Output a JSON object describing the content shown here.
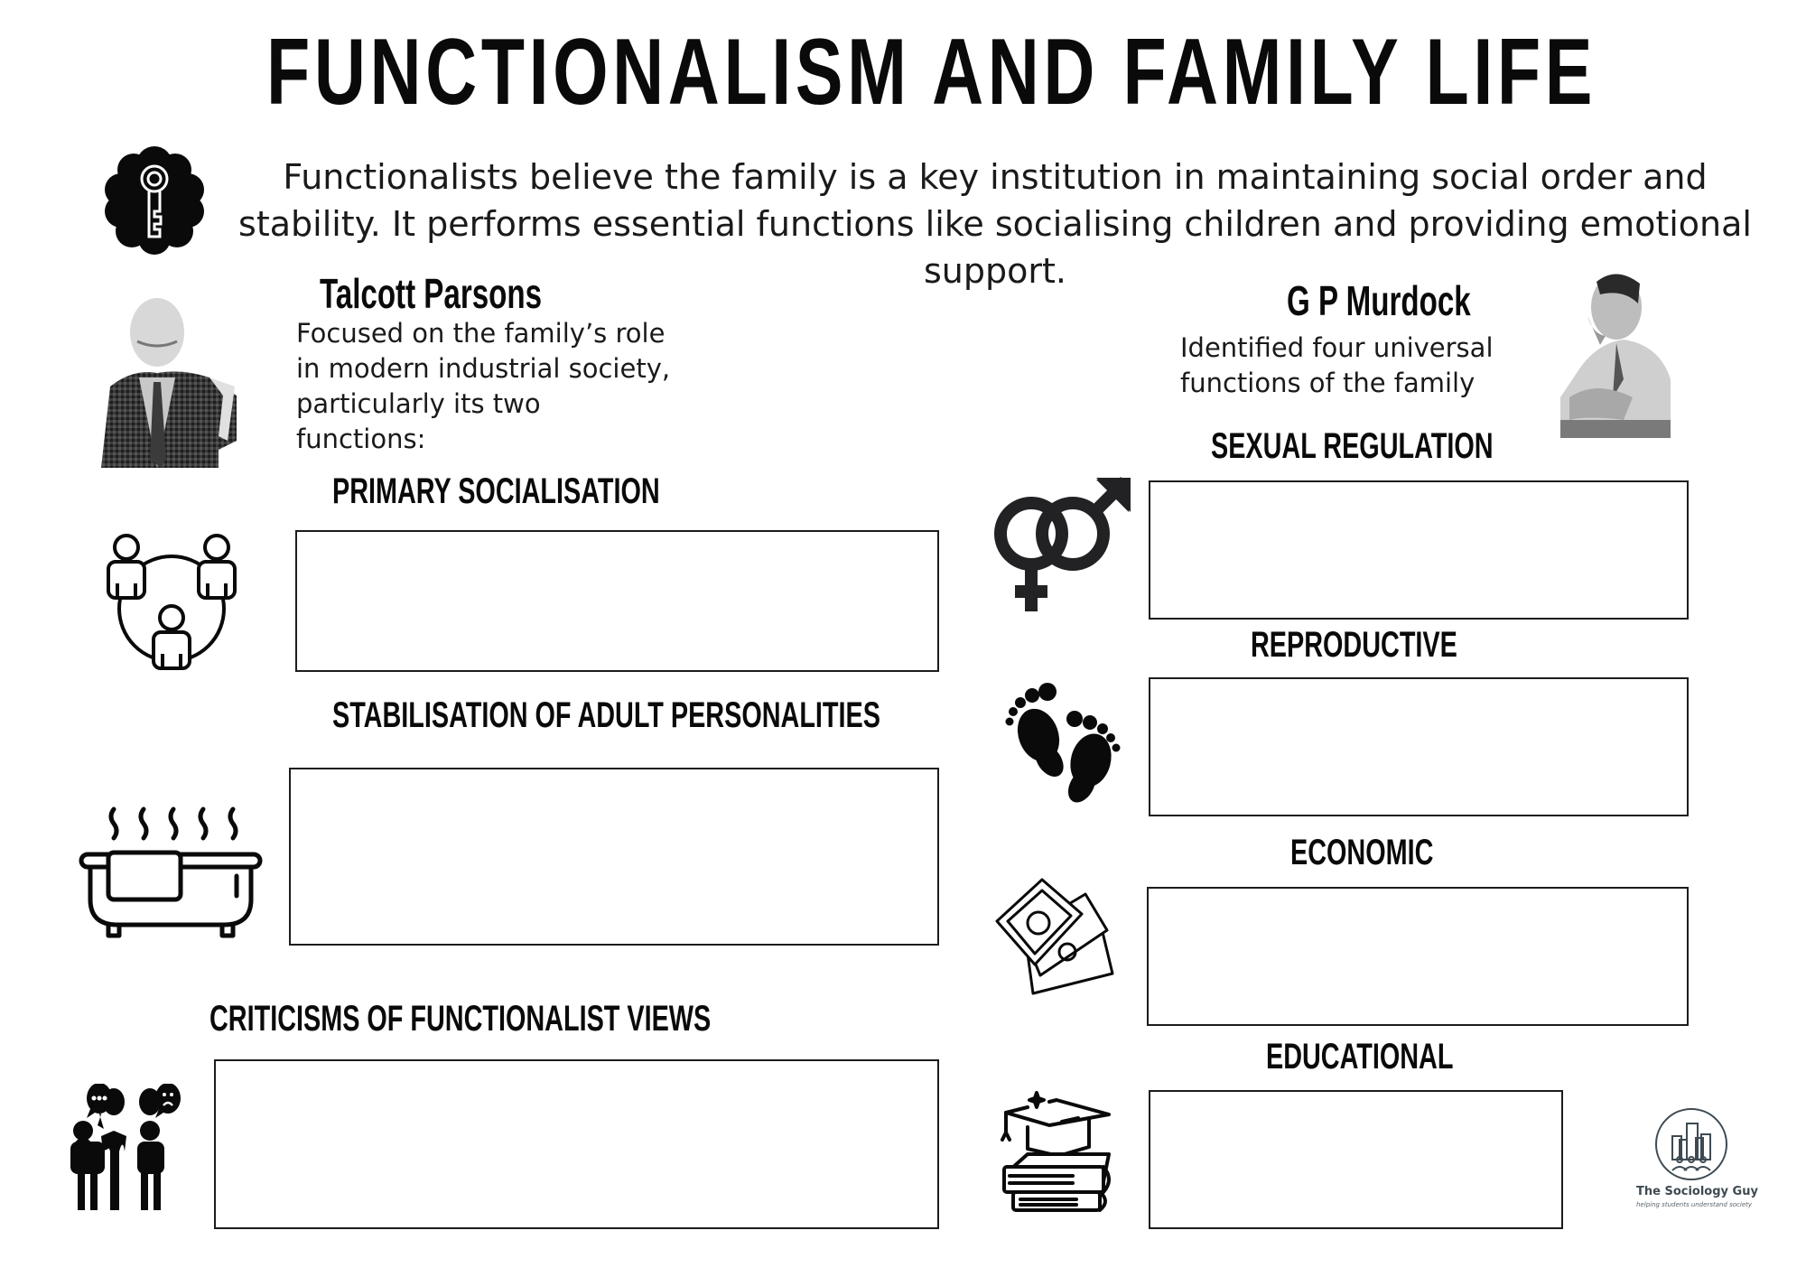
{
  "title": "FUNCTIONALISM AND FAMILY LIFE",
  "intro": "Functionalists believe the family is a key institution in maintaining social order and stability. It performs essential functions like socialising children and providing emotional support.",
  "parsons": {
    "name": "Talcott Parsons",
    "description": "Focused on the family’s role in modern industrial society, particularly its two functions:",
    "functions": [
      {
        "heading": "PRIMARY SOCIALISATION",
        "icon": "family-circle-icon"
      },
      {
        "heading": "STABILISATION OF ADULT PERSONALITIES",
        "icon": "bathtub-icon"
      }
    ]
  },
  "murdock": {
    "name": "G P Murdock",
    "description": "Identified four universal functions of the family",
    "functions": [
      {
        "heading": "SEXUAL REGULATION",
        "icon": "gender-symbols-icon"
      },
      {
        "heading": "REPRODUCTIVE",
        "icon": "baby-footprints-icon"
      },
      {
        "heading": "ECONOMIC",
        "icon": "money-bills-icon"
      },
      {
        "heading": "EDUCATIONAL",
        "icon": "graduation-books-icon"
      }
    ]
  },
  "criticisms": {
    "heading": "CRITICISMS OF FUNCTIONALIST VIEWS",
    "icon": "people-discussion-icon"
  },
  "logo": {
    "name": "The Sociology Guy",
    "tagline": "helping students understand society"
  },
  "colors": {
    "text": "#0a0a0a",
    "box_border": "#1c1c1c",
    "logo": "#3e4a52"
  }
}
